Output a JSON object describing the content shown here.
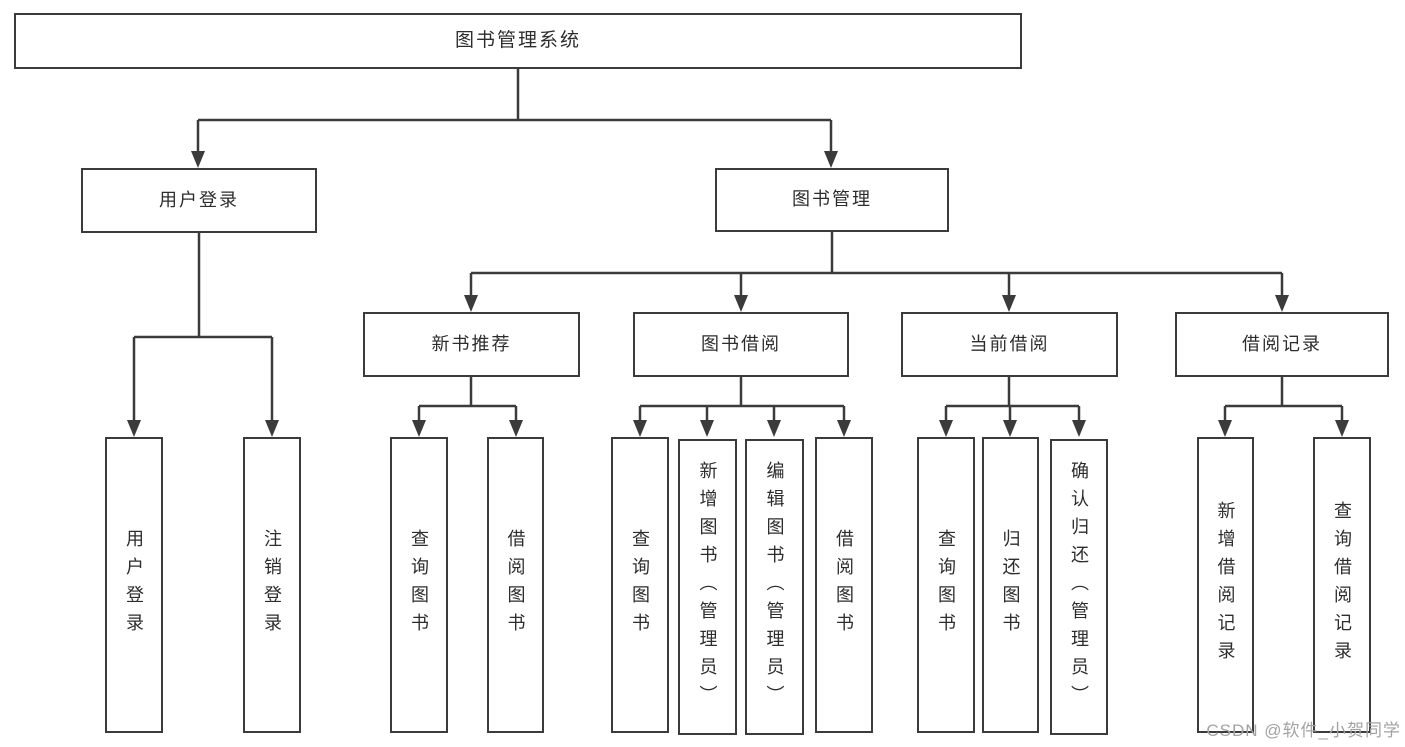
{
  "colors": {
    "line": "#3b3b3b",
    "node_border": "#3b3b3b",
    "node_text": "#2d2d2d",
    "background": "#ffffff",
    "watermark_text": "#a3a3a3"
  },
  "watermark": "CSDN @软件_小贺同学",
  "diagram": {
    "type": "hierarchy-flowchart",
    "root": {
      "label": "图书管理系统"
    },
    "children": [
      {
        "id": "user-login",
        "label": "用户登录",
        "children": [
          {
            "label": "用户登录"
          },
          {
            "label": "注销登录"
          }
        ]
      },
      {
        "id": "book-management",
        "label": "图书管理",
        "children": [
          {
            "id": "new-book-recommend",
            "label": "新书推荐",
            "children": [
              {
                "label": "查询图书"
              },
              {
                "label": "借阅图书"
              }
            ]
          },
          {
            "id": "book-borrowing",
            "label": "图书借阅",
            "children": [
              {
                "label": "查询图书"
              },
              {
                "label": "新增图书（管理员）"
              },
              {
                "label": "编辑图书（管理员）"
              },
              {
                "label": "借阅图书"
              }
            ]
          },
          {
            "id": "current-borrowing",
            "label": "当前借阅",
            "children": [
              {
                "label": "查询图书"
              },
              {
                "label": "归还图书"
              },
              {
                "label": "确认归还（管理员）"
              }
            ]
          },
          {
            "id": "borrowing-records",
            "label": "借阅记录",
            "children": [
              {
                "label": "新增借阅记录"
              },
              {
                "label": "查询借阅记录"
              }
            ]
          }
        ]
      }
    ]
  }
}
